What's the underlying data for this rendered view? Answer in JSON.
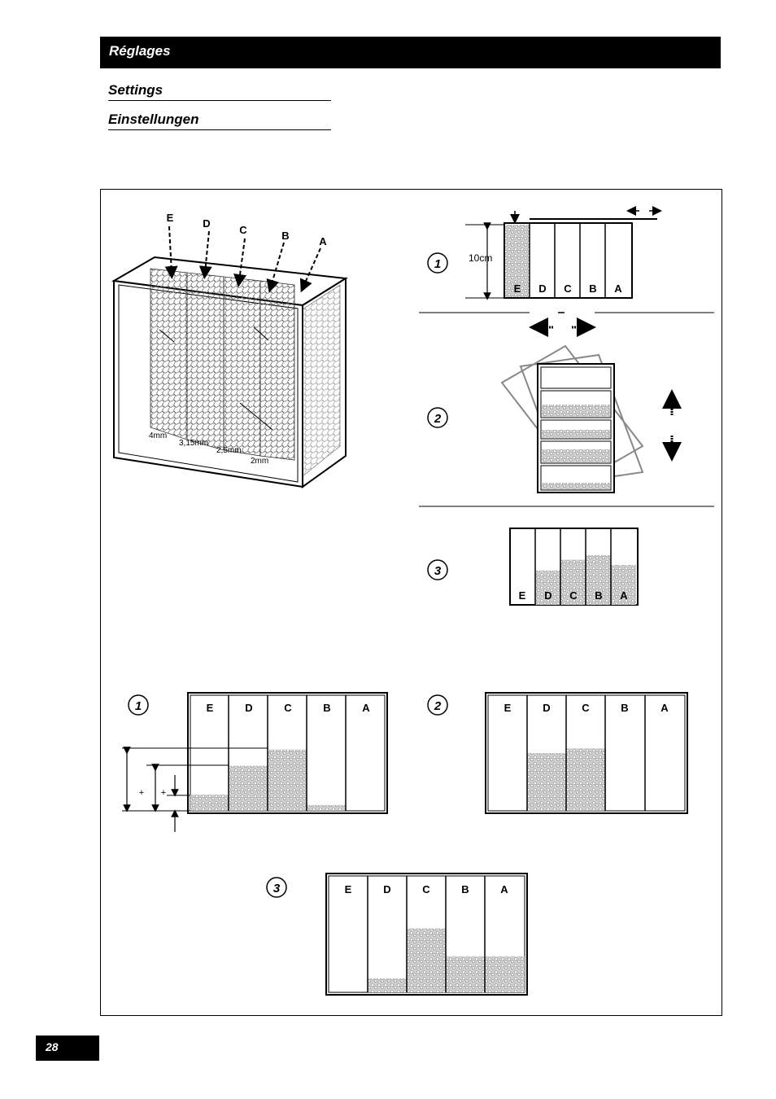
{
  "header": {
    "title": "Réglages"
  },
  "subtitles": [
    "Settings",
    "Einstellungen"
  ],
  "page_number": "28",
  "box_figure": {
    "letters": [
      "E",
      "D",
      "C",
      "B",
      "A"
    ],
    "mesh_sizes": [
      "4mm",
      "3,15mm",
      "2,5mm",
      "2mm"
    ]
  },
  "top_step1": {
    "number": "1",
    "height_label": "10cm",
    "columns": [
      "E",
      "D",
      "C",
      "B",
      "A"
    ]
  },
  "top_step2": {
    "number": "2"
  },
  "top_step3": {
    "number": "3",
    "columns": [
      "E",
      "D",
      "C",
      "B",
      "A"
    ],
    "fill_levels": [
      0,
      0.45,
      0.59,
      0.65,
      0.52
    ]
  },
  "bottom_step1": {
    "number": "1",
    "columns": [
      "E",
      "D",
      "C",
      "B",
      "A"
    ],
    "fill_levels": [
      0.14,
      0.39,
      0.53,
      0.05,
      0
    ],
    "plus_marks": [
      "+",
      "+"
    ]
  },
  "bottom_step2": {
    "number": "2",
    "columns": [
      "E",
      "D",
      "C",
      "B",
      "A"
    ],
    "fill_levels": [
      0,
      0.5,
      0.54,
      0,
      0
    ]
  },
  "bottom_step3": {
    "number": "3",
    "columns": [
      "E",
      "D",
      "C",
      "B",
      "A"
    ],
    "fill_levels": [
      0,
      0.12,
      0.55,
      0.31,
      0.31
    ]
  }
}
